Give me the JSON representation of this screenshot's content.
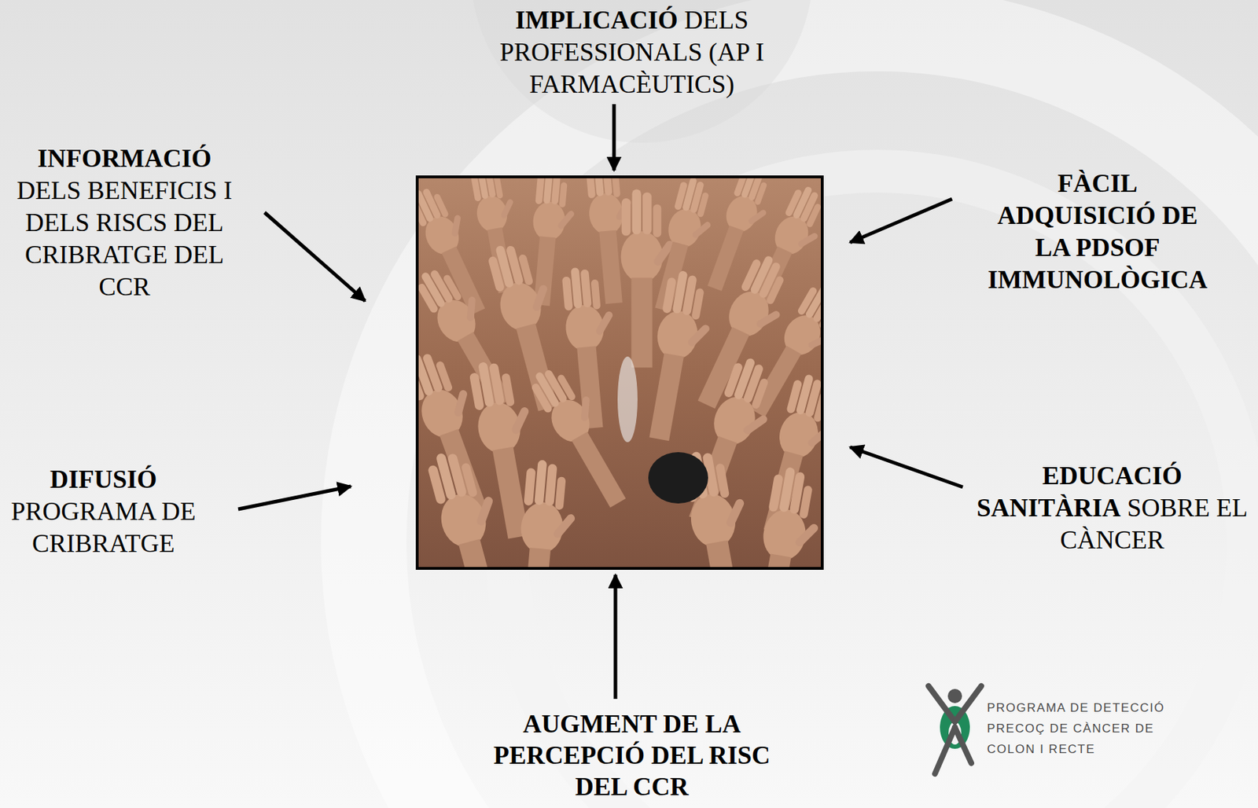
{
  "diagram": {
    "labels": [
      "IMPLICACIÓ",
      "DELS PROFESSIONALS (AP I FARMACÈUTICS)",
      "INFORMACIÓ",
      "DELS BENEFICIS I DELS RISCS DEL CRIBRATGE DEL CCR",
      "FÀCIL ADQUISICIÓ DE LA PDSOF IMMUNOLÒGICA",
      "DIFUSIÓ",
      "PROGRAMA DE CRIBRATGE",
      "EDUCACIÓ SANITÀRIA",
      "SOBRE EL CÀNCER",
      "AUGMENT DE LA PERCEPCIÓ DEL RISC DEL CCR",
      "PROGRAMA DE DETECCIÓ PRECOÇ DE CÀNCER DE COLON I RECTE"
    ]
  }
}
